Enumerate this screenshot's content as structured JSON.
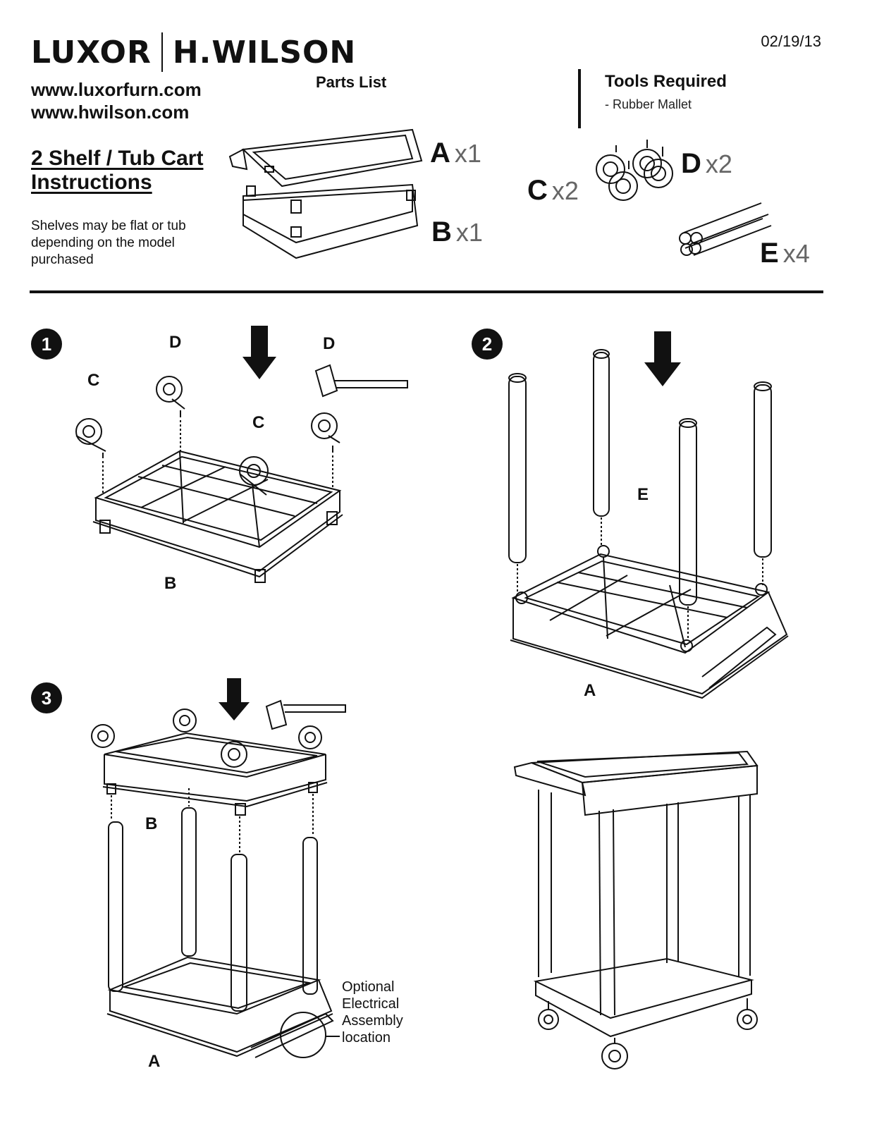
{
  "header": {
    "brand_left": "LUXOR",
    "brand_right": "H.WILSON",
    "date": "02/19/13",
    "url1": "www.luxorfurn.com",
    "url2": "www.hwilson.com",
    "title_line1": "2 Shelf / Tub Cart",
    "title_line2": "Instructions",
    "note": "Shelves may be flat or tub depending on the model purchased"
  },
  "parts": {
    "title": "Parts List",
    "items": [
      {
        "letter": "A",
        "qty": "x1"
      },
      {
        "letter": "B",
        "qty": "x1"
      },
      {
        "letter": "C",
        "qty": "x2"
      },
      {
        "letter": "D",
        "qty": "x2"
      },
      {
        "letter": "E",
        "qty": "x4"
      }
    ]
  },
  "tools": {
    "title": "Tools Required",
    "item": "-  Rubber Mallet"
  },
  "steps": {
    "s1": {
      "num": "1",
      "labels": [
        "C",
        "D",
        "C",
        "D",
        "B"
      ]
    },
    "s2": {
      "num": "2",
      "labels": [
        "E",
        "A"
      ]
    },
    "s3": {
      "num": "3",
      "labels": [
        "B",
        "A"
      ],
      "caption": "Optional Electrical Assembly location"
    }
  }
}
